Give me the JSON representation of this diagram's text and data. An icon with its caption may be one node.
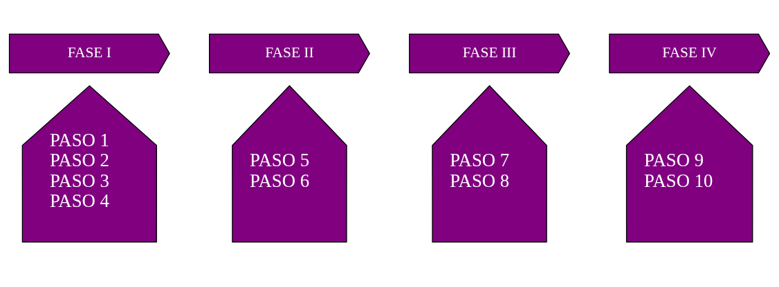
{
  "diagram": {
    "nodes": [
      {
        "text": [
          "FASE I"
        ]
      },
      {
        "text": [
          "FASE II"
        ]
      },
      {
        "text": [
          "FASE III"
        ]
      },
      {
        "text": [
          "FASE IV"
        ]
      },
      {
        "text": [
          "PASO 1",
          "PASO 2",
          "PASO 3",
          "PASO 4"
        ]
      },
      {
        "text": [
          "PASO 5",
          "PASO 6"
        ]
      },
      {
        "text": [
          "PASO 7",
          "PASO 8"
        ]
      },
      {
        "text": [
          "PASO 9",
          "PASO 10"
        ]
      }
    ]
  }
}
